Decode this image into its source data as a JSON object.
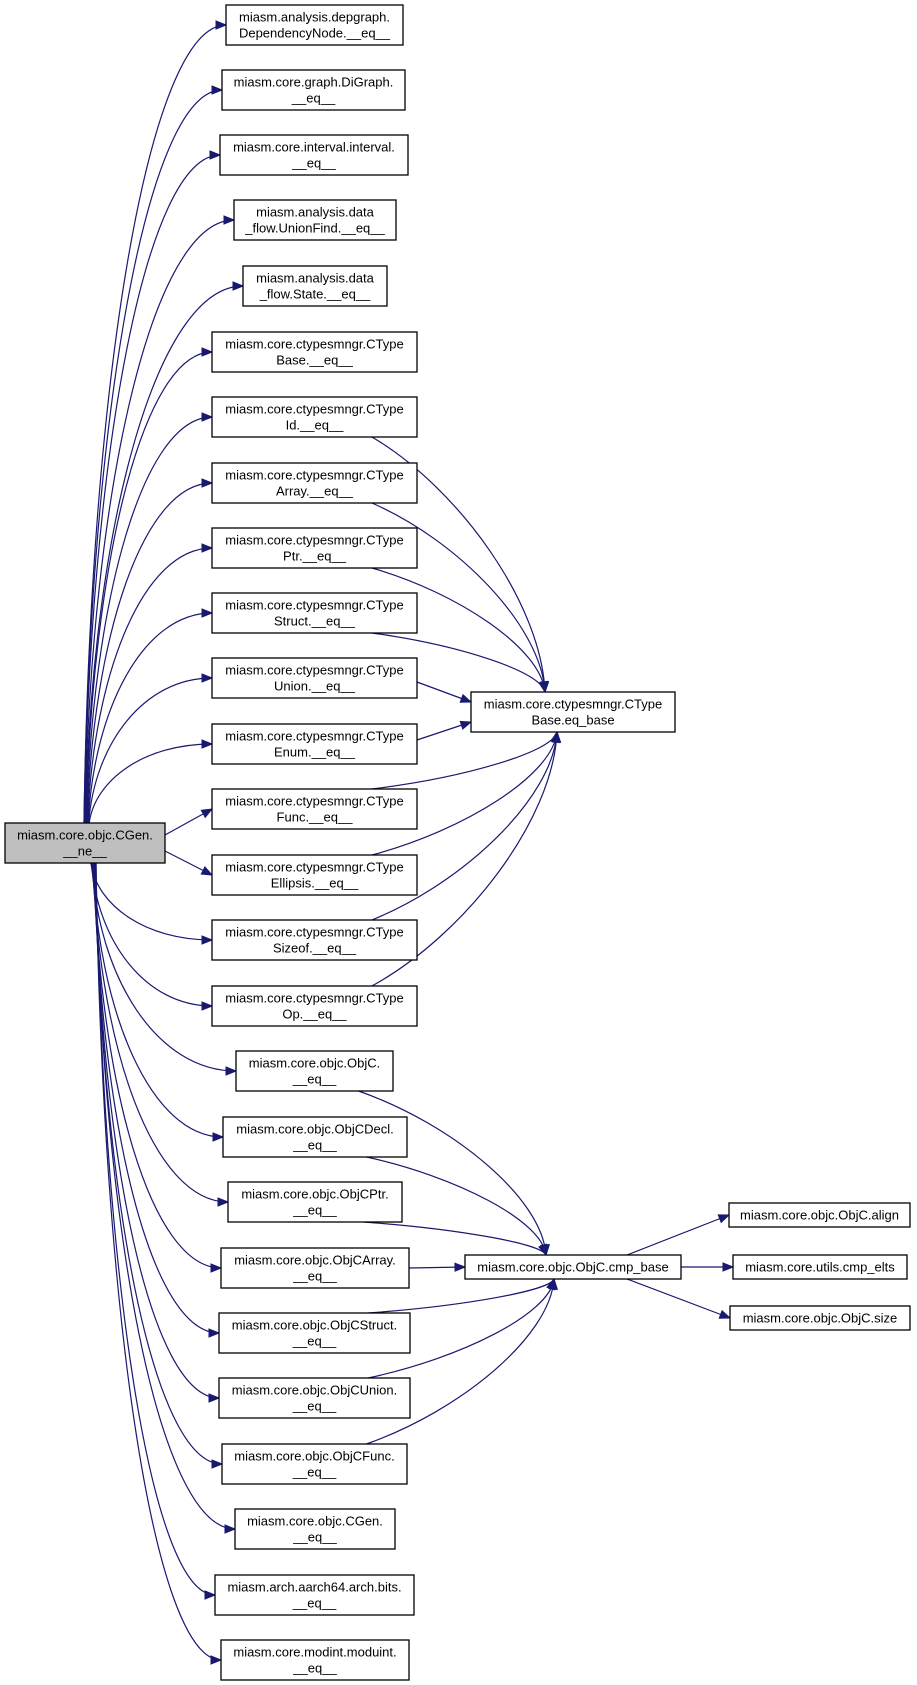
{
  "colors": {
    "edge": "#191970",
    "node_fill": "#ffffff",
    "focus_fill": "#bfbfbf",
    "border": "#000000"
  },
  "graph": {
    "focus": "cgen_ne",
    "nodes": [
      {
        "id": "cgen_ne",
        "lines": [
          "miasm.core.objc.CGen.",
          "__ne__"
        ]
      },
      {
        "id": "depgraph_eq",
        "lines": [
          "miasm.analysis.depgraph.",
          "DependencyNode.__eq__"
        ]
      },
      {
        "id": "digraph_eq",
        "lines": [
          "miasm.core.graph.DiGraph.",
          "__eq__"
        ]
      },
      {
        "id": "interval_eq",
        "lines": [
          "miasm.core.interval.interval.",
          "__eq__"
        ]
      },
      {
        "id": "unionfind_eq",
        "lines": [
          "miasm.analysis.data",
          "_flow.UnionFind.__eq__"
        ]
      },
      {
        "id": "state_eq",
        "lines": [
          "miasm.analysis.data",
          "_flow.State.__eq__"
        ]
      },
      {
        "id": "ctbase_eq",
        "lines": [
          "miasm.core.ctypesmngr.CType",
          "Base.__eq__"
        ]
      },
      {
        "id": "ctid_eq",
        "lines": [
          "miasm.core.ctypesmngr.CType",
          "Id.__eq__"
        ]
      },
      {
        "id": "ctarray_eq",
        "lines": [
          "miasm.core.ctypesmngr.CType",
          "Array.__eq__"
        ]
      },
      {
        "id": "ctptr_eq",
        "lines": [
          "miasm.core.ctypesmngr.CType",
          "Ptr.__eq__"
        ]
      },
      {
        "id": "ctstruct_eq",
        "lines": [
          "miasm.core.ctypesmngr.CType",
          "Struct.__eq__"
        ]
      },
      {
        "id": "ctunion_eq",
        "lines": [
          "miasm.core.ctypesmngr.CType",
          "Union.__eq__"
        ]
      },
      {
        "id": "ctenum_eq",
        "lines": [
          "miasm.core.ctypesmngr.CType",
          "Enum.__eq__"
        ]
      },
      {
        "id": "ctfunc_eq",
        "lines": [
          "miasm.core.ctypesmngr.CType",
          "Func.__eq__"
        ]
      },
      {
        "id": "ctellipsis_eq",
        "lines": [
          "miasm.core.ctypesmngr.CType",
          "Ellipsis.__eq__"
        ]
      },
      {
        "id": "ctsizeof_eq",
        "lines": [
          "miasm.core.ctypesmngr.CType",
          "Sizeof.__eq__"
        ]
      },
      {
        "id": "ctop_eq",
        "lines": [
          "miasm.core.ctypesmngr.CType",
          "Op.__eq__"
        ]
      },
      {
        "id": "objc_eq",
        "lines": [
          "miasm.core.objc.ObjC.",
          "__eq__"
        ]
      },
      {
        "id": "objcdecl_eq",
        "lines": [
          "miasm.core.objc.ObjCDecl.",
          "__eq__"
        ]
      },
      {
        "id": "objcptr_eq",
        "lines": [
          "miasm.core.objc.ObjCPtr.",
          "__eq__"
        ]
      },
      {
        "id": "objcarray_eq",
        "lines": [
          "miasm.core.objc.ObjCArray.",
          "__eq__"
        ]
      },
      {
        "id": "objcstruct_eq",
        "lines": [
          "miasm.core.objc.ObjCStruct.",
          "__eq__"
        ]
      },
      {
        "id": "objcunion_eq",
        "lines": [
          "miasm.core.objc.ObjCUnion.",
          "__eq__"
        ]
      },
      {
        "id": "objcfunc_eq",
        "lines": [
          "miasm.core.objc.ObjCFunc.",
          "__eq__"
        ]
      },
      {
        "id": "cgen_eq",
        "lines": [
          "miasm.core.objc.CGen.",
          "__eq__"
        ]
      },
      {
        "id": "bits_eq",
        "lines": [
          "miasm.arch.aarch64.arch.bits.",
          "__eq__"
        ]
      },
      {
        "id": "moduint_eq",
        "lines": [
          "miasm.core.modint.moduint.",
          "__eq__"
        ]
      },
      {
        "id": "eq_base",
        "lines": [
          "miasm.core.ctypesmngr.CType",
          "Base.eq_base"
        ]
      },
      {
        "id": "cmp_base",
        "lines": [
          "miasm.core.objc.ObjC.cmp_base"
        ]
      },
      {
        "id": "objc_align",
        "lines": [
          "miasm.core.objc.ObjC.align"
        ]
      },
      {
        "id": "cmp_elts",
        "lines": [
          "miasm.core.utils.cmp_elts"
        ]
      },
      {
        "id": "objc_size",
        "lines": [
          "miasm.core.objc.ObjC.size"
        ]
      }
    ],
    "edges": [
      [
        "cgen_ne",
        "depgraph_eq"
      ],
      [
        "cgen_ne",
        "digraph_eq"
      ],
      [
        "cgen_ne",
        "interval_eq"
      ],
      [
        "cgen_ne",
        "unionfind_eq"
      ],
      [
        "cgen_ne",
        "state_eq"
      ],
      [
        "cgen_ne",
        "ctbase_eq"
      ],
      [
        "cgen_ne",
        "ctid_eq"
      ],
      [
        "cgen_ne",
        "ctarray_eq"
      ],
      [
        "cgen_ne",
        "ctptr_eq"
      ],
      [
        "cgen_ne",
        "ctstruct_eq"
      ],
      [
        "cgen_ne",
        "ctunion_eq"
      ],
      [
        "cgen_ne",
        "ctenum_eq"
      ],
      [
        "cgen_ne",
        "ctfunc_eq"
      ],
      [
        "cgen_ne",
        "ctellipsis_eq"
      ],
      [
        "cgen_ne",
        "ctsizeof_eq"
      ],
      [
        "cgen_ne",
        "ctop_eq"
      ],
      [
        "cgen_ne",
        "objc_eq"
      ],
      [
        "cgen_ne",
        "objcdecl_eq"
      ],
      [
        "cgen_ne",
        "objcptr_eq"
      ],
      [
        "cgen_ne",
        "objcarray_eq"
      ],
      [
        "cgen_ne",
        "objcstruct_eq"
      ],
      [
        "cgen_ne",
        "objcunion_eq"
      ],
      [
        "cgen_ne",
        "objcfunc_eq"
      ],
      [
        "cgen_ne",
        "cgen_eq"
      ],
      [
        "cgen_ne",
        "bits_eq"
      ],
      [
        "cgen_ne",
        "moduint_eq"
      ],
      [
        "ctid_eq",
        "eq_base"
      ],
      [
        "ctarray_eq",
        "eq_base"
      ],
      [
        "ctptr_eq",
        "eq_base"
      ],
      [
        "ctstruct_eq",
        "eq_base"
      ],
      [
        "ctunion_eq",
        "eq_base"
      ],
      [
        "ctenum_eq",
        "eq_base"
      ],
      [
        "ctfunc_eq",
        "eq_base"
      ],
      [
        "ctellipsis_eq",
        "eq_base"
      ],
      [
        "ctsizeof_eq",
        "eq_base"
      ],
      [
        "ctop_eq",
        "eq_base"
      ],
      [
        "objc_eq",
        "cmp_base"
      ],
      [
        "objcdecl_eq",
        "cmp_base"
      ],
      [
        "objcptr_eq",
        "cmp_base"
      ],
      [
        "objcarray_eq",
        "cmp_base"
      ],
      [
        "objcstruct_eq",
        "cmp_base"
      ],
      [
        "objcunion_eq",
        "cmp_base"
      ],
      [
        "objcfunc_eq",
        "cmp_base"
      ],
      [
        "cmp_base",
        "objc_align"
      ],
      [
        "cmp_base",
        "cmp_elts"
      ],
      [
        "cmp_base",
        "objc_size"
      ]
    ]
  }
}
